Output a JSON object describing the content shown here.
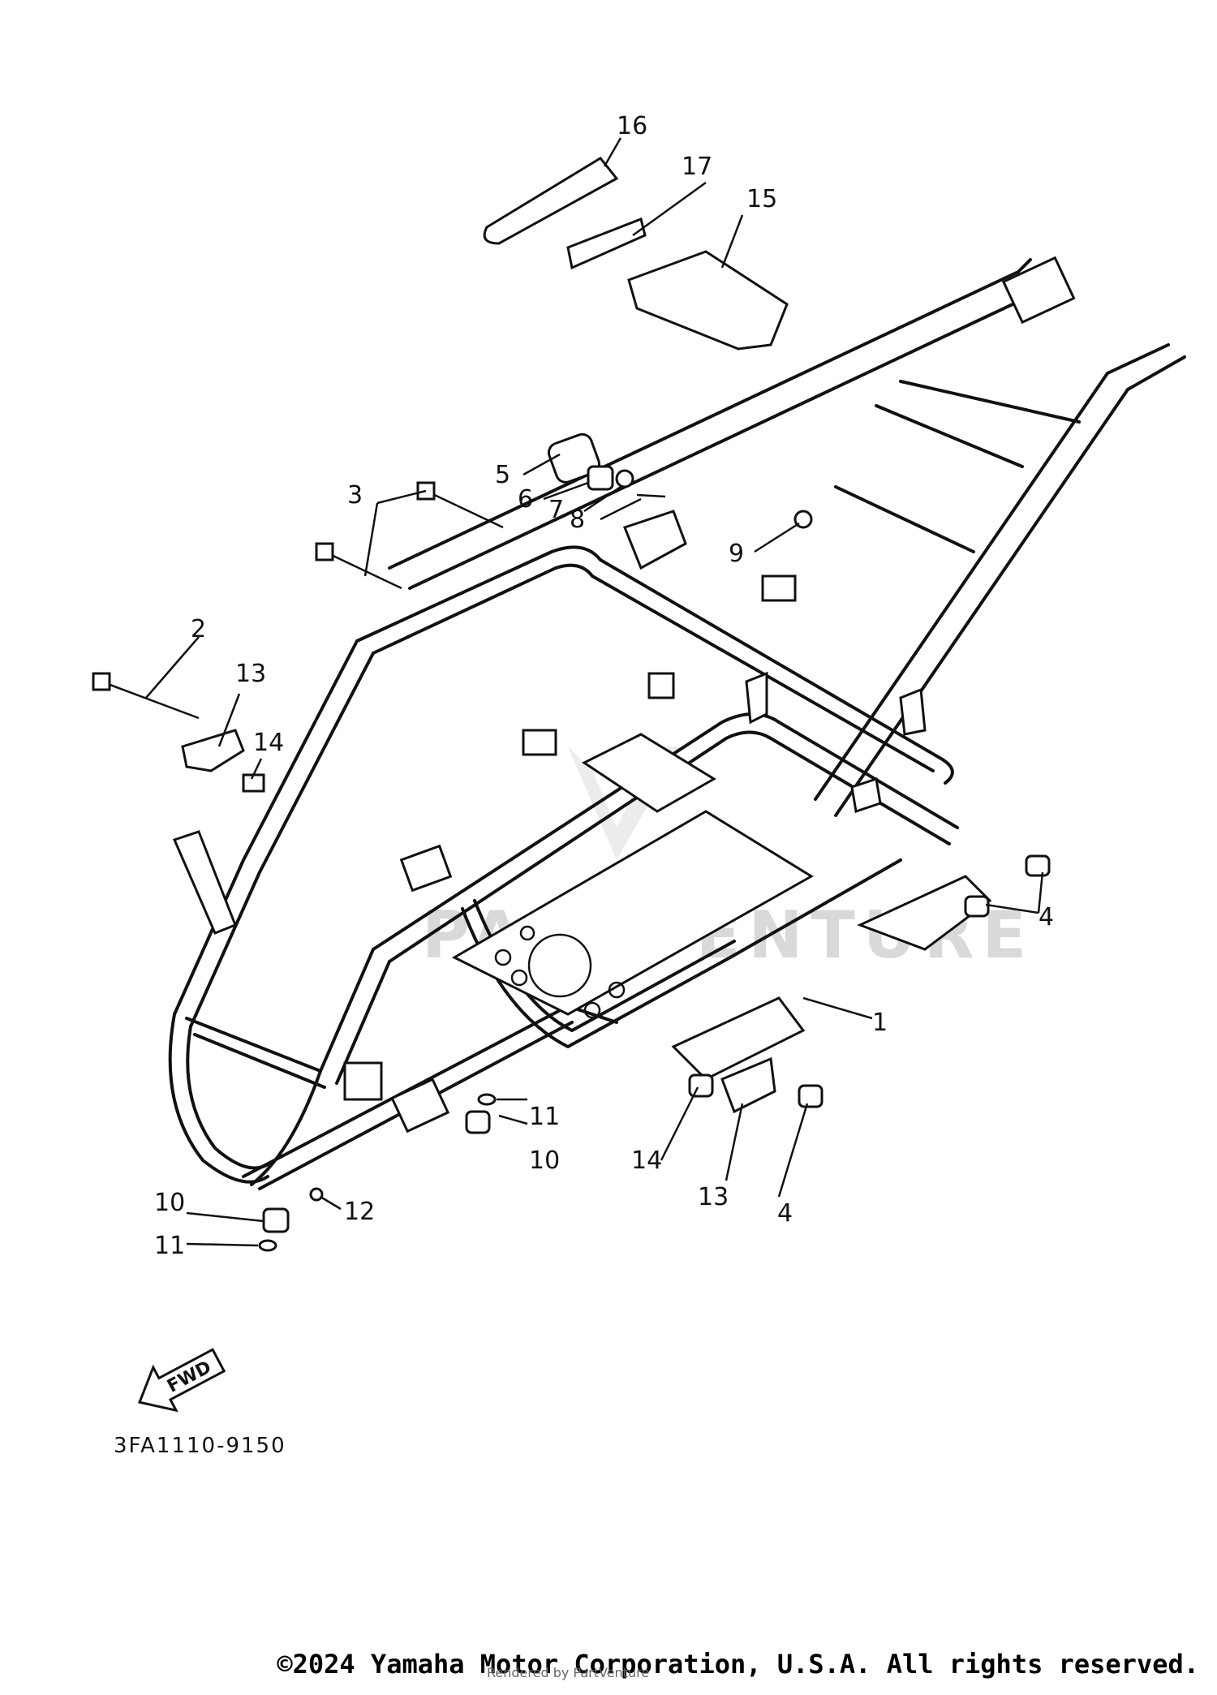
{
  "diagram": {
    "part_code": "3FA1110-9150",
    "direction_label": "FWD",
    "watermark": "PARTVENTURE",
    "callouts": [
      {
        "id": "c1",
        "label": "1"
      },
      {
        "id": "c2",
        "label": "2"
      },
      {
        "id": "c3",
        "label": "3"
      },
      {
        "id": "c4a",
        "label": "4"
      },
      {
        "id": "c4b",
        "label": "4"
      },
      {
        "id": "c5",
        "label": "5"
      },
      {
        "id": "c6",
        "label": "6"
      },
      {
        "id": "c7",
        "label": "7"
      },
      {
        "id": "c8",
        "label": "8"
      },
      {
        "id": "c9",
        "label": "9"
      },
      {
        "id": "c10a",
        "label": "10"
      },
      {
        "id": "c10b",
        "label": "10"
      },
      {
        "id": "c11a",
        "label": "11"
      },
      {
        "id": "c11b",
        "label": "11"
      },
      {
        "id": "c12",
        "label": "12"
      },
      {
        "id": "c13a",
        "label": "13"
      },
      {
        "id": "c13b",
        "label": "13"
      },
      {
        "id": "c14a",
        "label": "14"
      },
      {
        "id": "c14b",
        "label": "14"
      },
      {
        "id": "c15",
        "label": "15"
      },
      {
        "id": "c16",
        "label": "16"
      },
      {
        "id": "c17",
        "label": "17"
      }
    ]
  },
  "footer": {
    "copyright": "©2024 Yamaha Motor Corporation, U.S.A. All rights reserved.",
    "rendered_by": "Rendered by PartVenture"
  }
}
